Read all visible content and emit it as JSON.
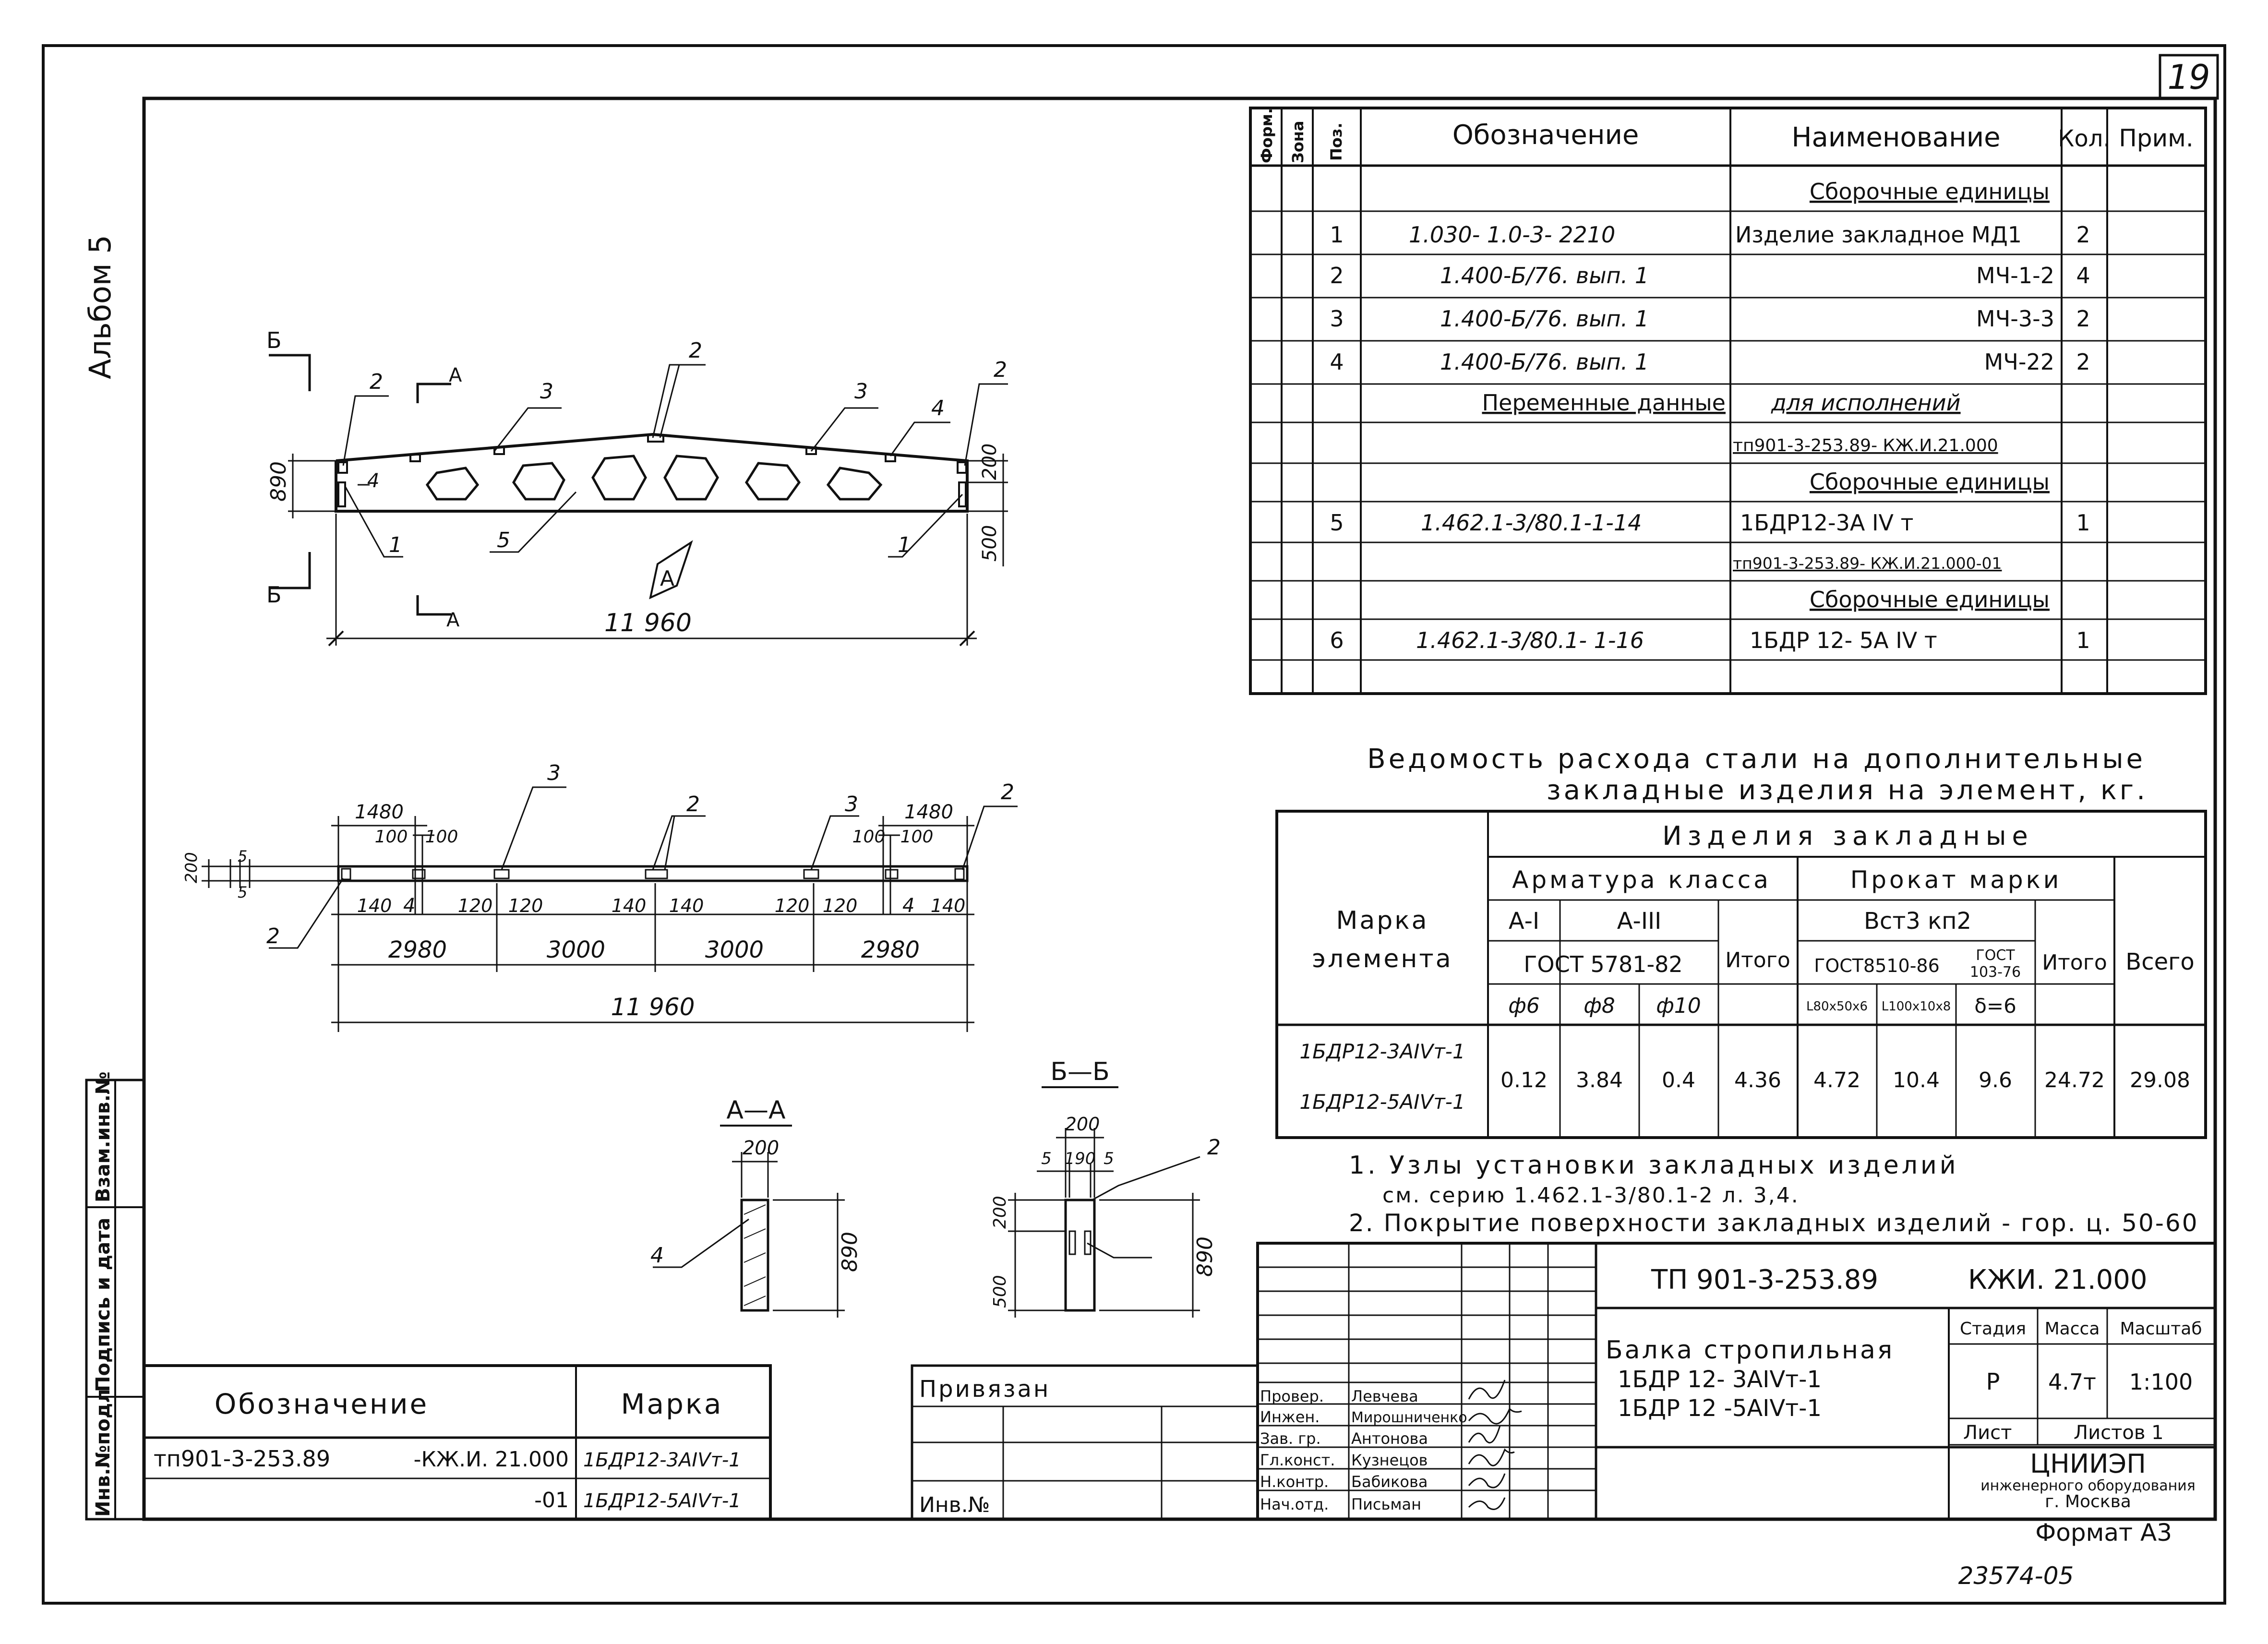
{
  "sheet": {
    "number": "19",
    "album": "Альбом 5",
    "format": "Формат А3",
    "archive_no": "23574-05"
  },
  "spec_table": {
    "headers": {
      "form": "Форм.",
      "zone": "Зона",
      "pos": "Поз.",
      "designation": "Обозначение",
      "name": "Наименование",
      "qty": "Кол.",
      "note": "Прим."
    },
    "rows": [
      {
        "pos": "",
        "designation": "",
        "name": "Сборочные единицы",
        "qty": ""
      },
      {
        "pos": "1",
        "designation": "1.030- 1.0-3- 2210",
        "name": "Изделие закладное МД1",
        "qty": "2"
      },
      {
        "pos": "2",
        "designation": "1.400-Б/76. вып. 1",
        "name": "МЧ-1-2",
        "qty": "4"
      },
      {
        "pos": "3",
        "designation": "1.400-Б/76. вып. 1",
        "name": "МЧ-3-3",
        "qty": "2"
      },
      {
        "pos": "4",
        "designation": "1.400-Б/76. вып. 1",
        "name": "МЧ-22",
        "qty": "2"
      },
      {
        "pos": "",
        "designation": "Переменные данные",
        "name": "для исполнений",
        "qty": ""
      },
      {
        "pos": "",
        "designation": "",
        "name": "тп901-3-253.89- КЖ.И.21.000",
        "qty": ""
      },
      {
        "pos": "",
        "designation": "",
        "name": "Сборочные единицы",
        "qty": ""
      },
      {
        "pos": "5",
        "designation": "1.462.1-3/80.1-1-14",
        "name": "1БДР12-3А IV т",
        "qty": "1"
      },
      {
        "pos": "",
        "designation": "",
        "name": "тп901-3-253.89- КЖ.И.21.000-01",
        "qty": ""
      },
      {
        "pos": "",
        "designation": "",
        "name": "Сборочные единицы",
        "qty": ""
      },
      {
        "pos": "6",
        "designation": "1.462.1-3/80.1- 1-16",
        "name": "1БДР 12- 5А IV т",
        "qty": "1"
      },
      {
        "pos": "",
        "designation": "",
        "name": "",
        "qty": ""
      }
    ]
  },
  "steel_table": {
    "title_line1": "Ведомость расхода стали на дополнительные",
    "title_line2": "закладные изделия на элемент, кг.",
    "h_mark": "Марка",
    "h_element": "элемента",
    "h_items": "Изделия закладные",
    "h_rebar": "Арматура класса",
    "h_rolled": "Прокат марки",
    "h_ai": "А-I",
    "h_aiii": "А-III",
    "h_gost5781": "ГОСТ 5781-82",
    "h_total": "Итого",
    "h_vst": "Вст3 кп2",
    "h_gost8510": "ГОСТ8510-86",
    "h_gost103a": "ГОСТ",
    "h_gost103b": "103-76",
    "h_total2": "Итого",
    "h_grand": "Всего",
    "h_d6": "ф6",
    "h_d8": "ф8",
    "h_d10": "ф10",
    "h_p1": "L80х50х6",
    "h_p2": "L100х10х8",
    "h_p3": "δ=6",
    "mark1": "1БДР12-3АIVт-1",
    "mark2": "1БДР12-5АIVт-1",
    "values": [
      "0.12",
      "3.84",
      "0.4",
      "4.36",
      "4.72",
      "10.4",
      "9.6",
      "24.72",
      "29.08"
    ]
  },
  "notes": {
    "n1": "1. Узлы установки закладных изделий",
    "n1b": "см. серию 1.462.1-3/80.1-2 л. 3,4.",
    "n2": "2. Покрытие поверхности закладных изделий - гор. ц. 50-60"
  },
  "title_block": {
    "code": "ТП 901-3-253.89",
    "doc": "КЖИ. 21.000",
    "title1": "Балка стропильная",
    "title2": "1БДР 12- 3АIVт-1",
    "title3": "1БДР 12 -5АIVт-1",
    "stage_h": "Стадия",
    "mass_h": "Масса",
    "scale_h": "Масштаб",
    "stage": "Р",
    "mass": "4.7т",
    "scale": "1:100",
    "sheet_h": "Лист",
    "sheets_h": "Листов 1",
    "org1": "ЦНИИЭП",
    "org2": "инженерного оборудования",
    "org3": "г. Москва",
    "roles": [
      {
        "role": "Провер.",
        "name": "Левчева"
      },
      {
        "role": "Инжен.",
        "name": "Мирошниченко"
      },
      {
        "role": "Зав. гр.",
        "name": "Антонова"
      },
      {
        "role": "Гл.конст.",
        "name": "Кузнецов"
      },
      {
        "role": "Н.контр.",
        "name": "Бабикова"
      },
      {
        "role": "Нач.отд.",
        "name": "Письман"
      }
    ],
    "bound": "Привязан",
    "inv": "Инв.№"
  },
  "bottom_table": {
    "h_designation": "Обозначение",
    "h_mark": "Марка",
    "r1_code": "тп901-3-253.89",
    "r1_doc": "-КЖ.И. 21.000",
    "r1_mark": "1БДР12-3АIVт-1",
    "r2_doc": "-01",
    "r2_mark": "1БДР12-5АIVт-1"
  },
  "side_strip": {
    "inv": "Инв.№подл",
    "sign": "Подпись и дата",
    "vz": "Взам.инв.№"
  },
  "drawing": {
    "length": "11 960",
    "h890": "890",
    "h200": "200",
    "h500": "500",
    "cut_a": "А",
    "cut_b": "Б",
    "label_1": "1",
    "label_2": "2",
    "label_3": "3",
    "label_4": "4",
    "label_5": "5",
    "plan": {
      "d1480": "1480",
      "d100": "100",
      "d200": "200",
      "d5": "5",
      "d140": "140",
      "d120": "120",
      "s2980": "2980",
      "s3000": "3000"
    },
    "section_aa": "А—А",
    "section_bb": "Б—Б",
    "d190": "190"
  }
}
